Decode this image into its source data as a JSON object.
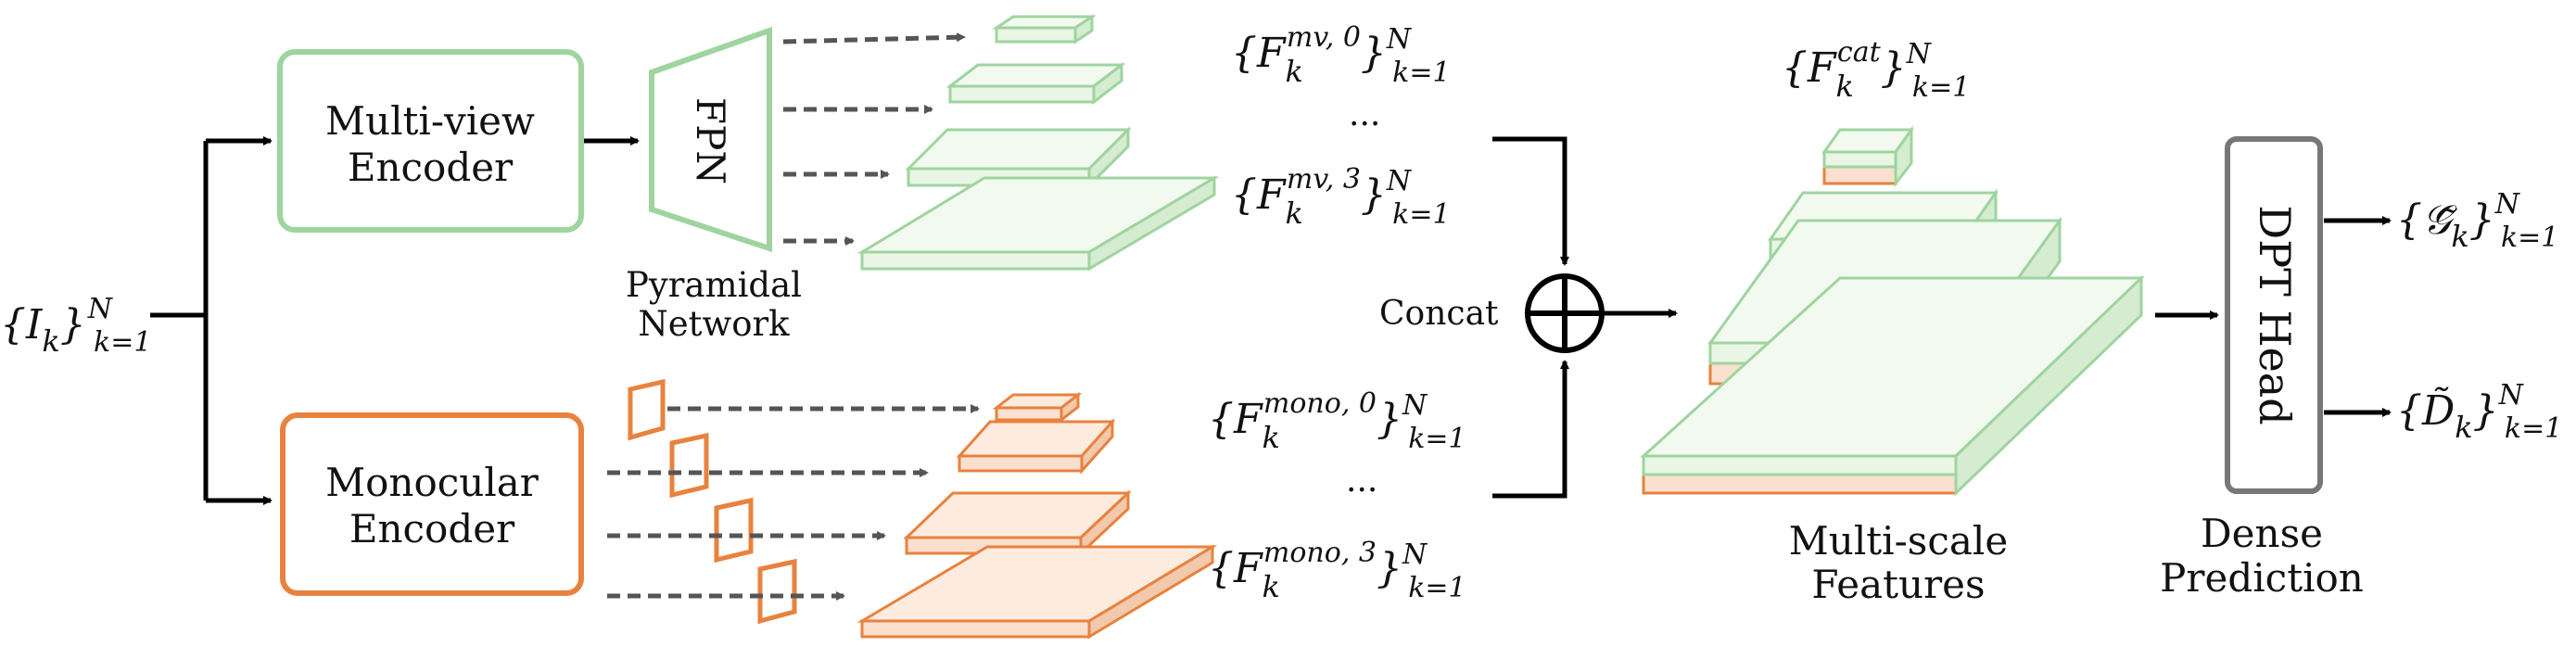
{
  "input": {
    "text": "{I_k}^N_{k=1}",
    "base": "{",
    "sym": "I",
    "sub": "k",
    "close": "}",
    "sup": "N",
    "range": "k=1"
  },
  "encoders": {
    "multiview": {
      "line1": "Multi-view",
      "line2": "Encoder"
    },
    "monocular": {
      "line1": "Monocular",
      "line2": "Encoder"
    }
  },
  "fpn": {
    "label": "FPN",
    "caption_line1": "Pyramidal",
    "caption_line2": "Network"
  },
  "features": {
    "mv0": {
      "open": "{",
      "sym": "F",
      "sub": "k",
      "sup": "mv, 0",
      "close": "}",
      "n": "N",
      "range": "k=1"
    },
    "mv3": {
      "open": "{",
      "sym": "F",
      "sub": "k",
      "sup": "mv, 3",
      "close": "}",
      "n": "N",
      "range": "k=1"
    },
    "mono0": {
      "open": "{",
      "sym": "F",
      "sub": "k",
      "sup": "mono, 0",
      "close": "}",
      "n": "N",
      "range": "k=1"
    },
    "mono3": {
      "open": "{",
      "sym": "F",
      "sub": "k",
      "sup": "mono, 3",
      "close": "}",
      "n": "N",
      "range": "k=1"
    },
    "cat": {
      "open": "{",
      "sym": "F",
      "sub": "k",
      "sup": "cat",
      "close": "}",
      "n": "N",
      "range": "k=1"
    },
    "ellipsis_top": "...",
    "ellipsis_bottom": "..."
  },
  "concat_label": "Concat",
  "multiscale": {
    "line1": "Multi-scale",
    "line2": "Features"
  },
  "head": {
    "label": "DPT Head",
    "caption_line1": "Dense",
    "caption_line2": "Prediction"
  },
  "outputs": {
    "gaussians": {
      "open": "{",
      "sym": "𝒢̃",
      "sub": "k",
      "close": "}",
      "n": "N",
      "range": "k=1"
    },
    "depth": {
      "open": "{",
      "sym": "D̃",
      "sub": "k",
      "close": "}",
      "n": "N",
      "range": "k=1"
    }
  },
  "colors": {
    "green": "#9fd49f",
    "green_fill": "#e9f6e6",
    "orange": "#e8823e",
    "orange_fill": "#fbe0cf",
    "gray": "#7a7a7a",
    "dash": "#555555"
  }
}
